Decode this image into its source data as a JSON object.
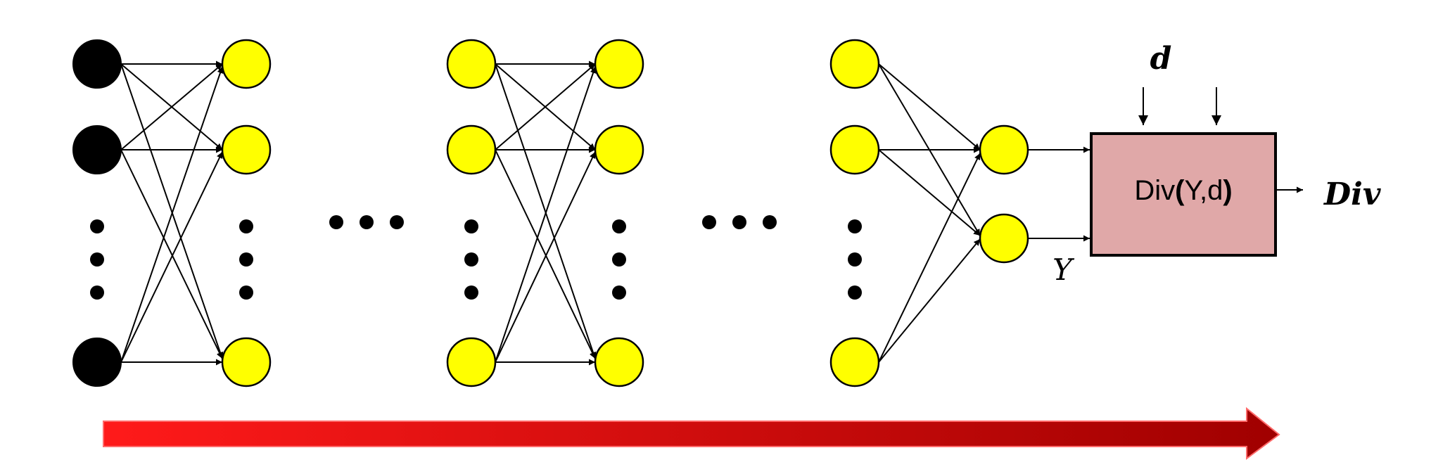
{
  "diagram": {
    "box": {
      "prefix": "Div",
      "args": "Y,d",
      "open": "(",
      "close": ")"
    },
    "target_label": "d",
    "output_label": "Y",
    "result_label": "Div",
    "colors": {
      "input_node": "#000000",
      "hidden_node": "#ffff00",
      "node_stroke": "#000000",
      "box_fill": "#e0a8a8",
      "arrow_light": "#ff1a1a",
      "arrow_dark": "#a00000"
    }
  }
}
